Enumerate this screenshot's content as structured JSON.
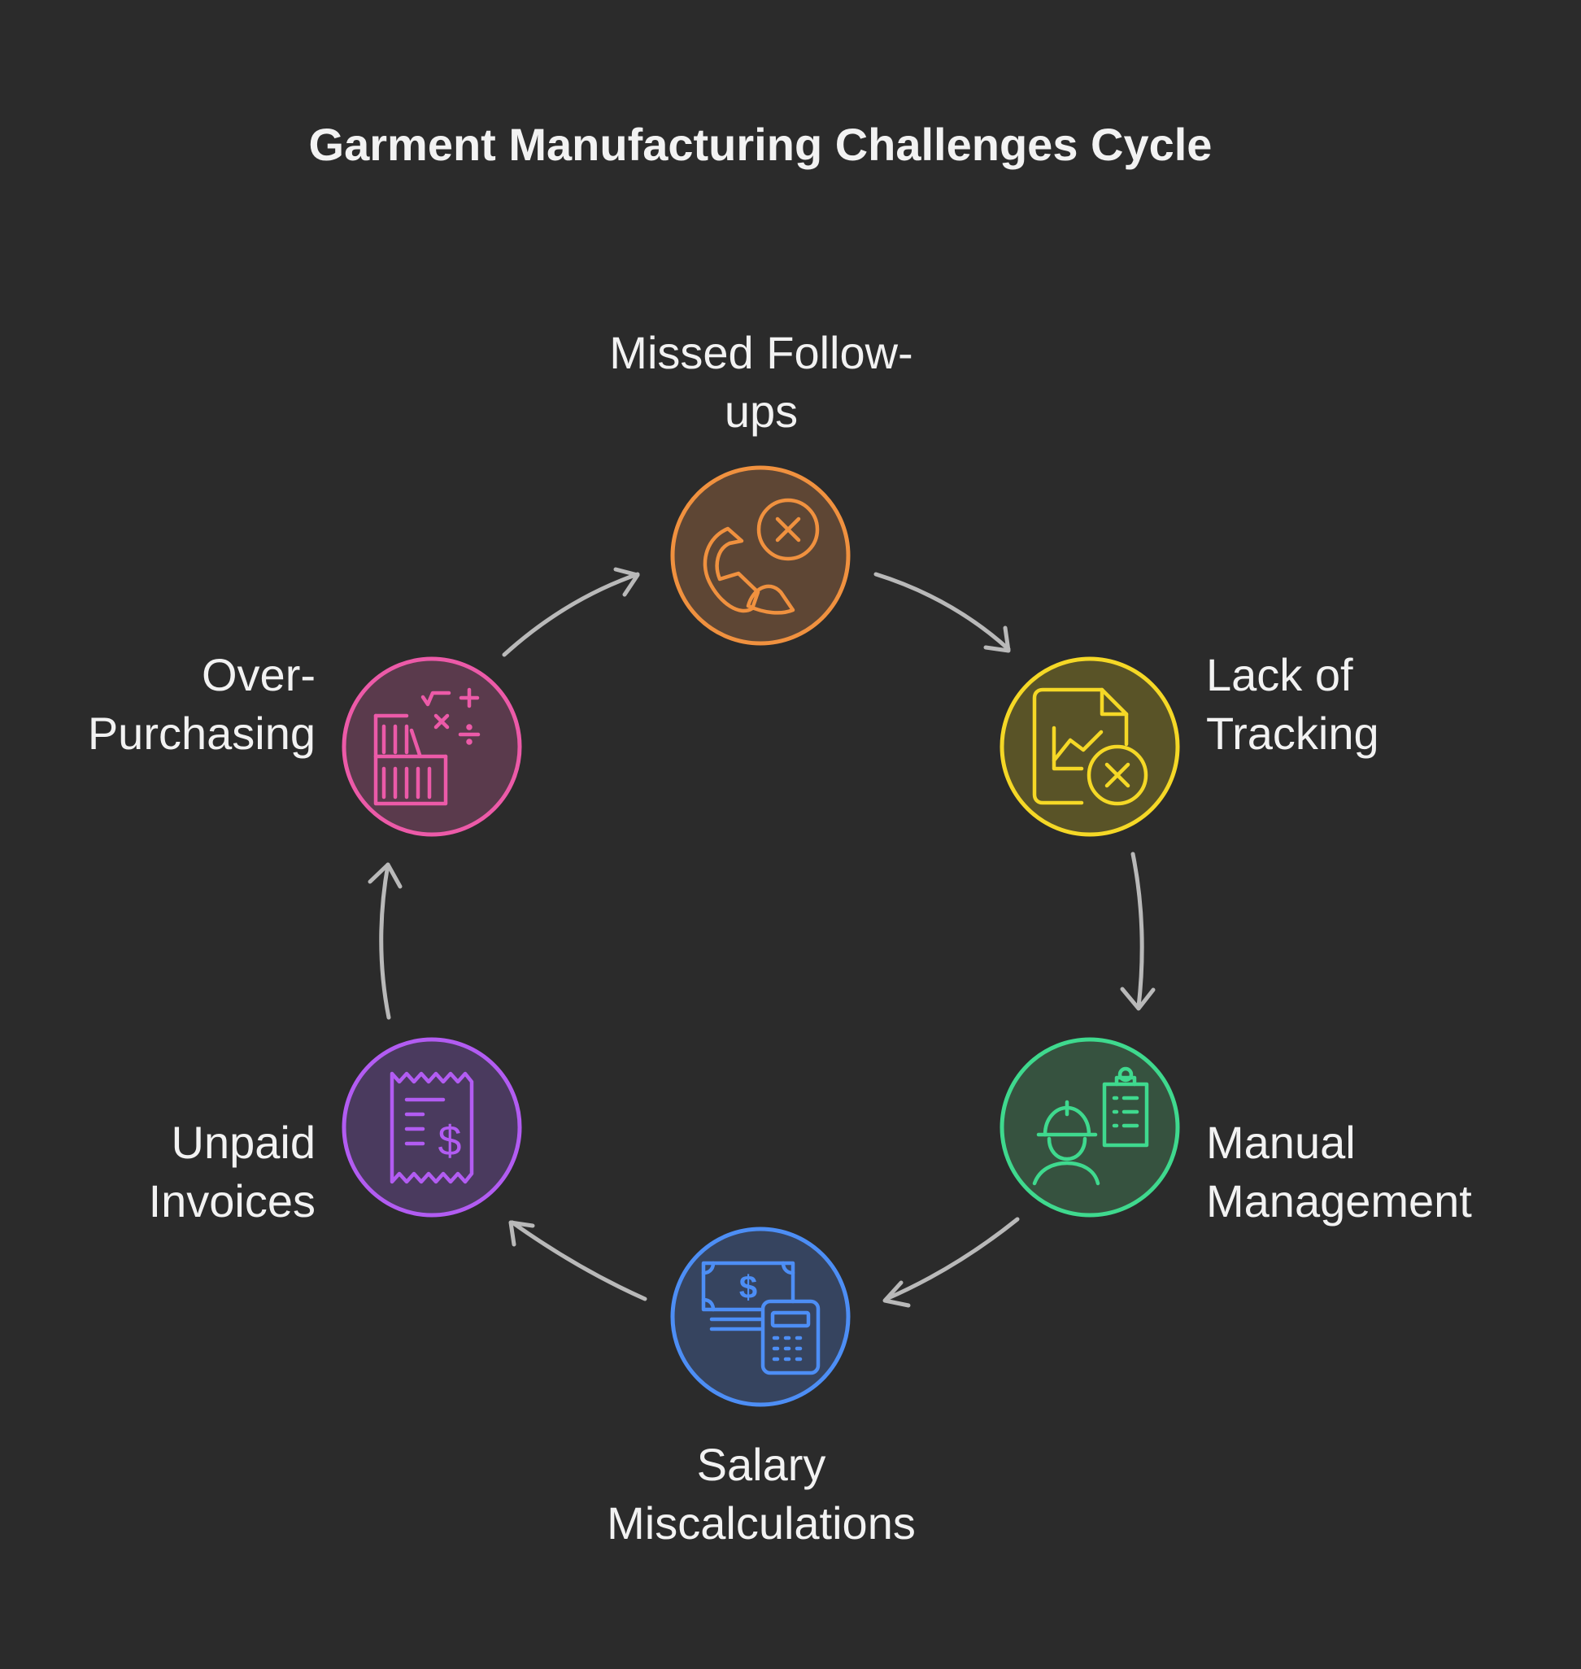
{
  "title": "Garment Manufacturing Challenges Cycle",
  "nodes": [
    {
      "id": "missed-follow-ups",
      "lines": [
        "Missed Follow-",
        "ups"
      ],
      "color": "#f0913f",
      "fill": "#5e4634",
      "icon": "phone-x-icon"
    },
    {
      "id": "lack-of-tracking",
      "lines": [
        "Lack of",
        "Tracking"
      ],
      "color": "#f5d826",
      "fill": "#595327",
      "icon": "chart-document-x-icon"
    },
    {
      "id": "manual-management",
      "lines": [
        "Manual",
        "Management"
      ],
      "color": "#3fd98e",
      "fill": "#36523f",
      "icon": "worker-clipboard-icon"
    },
    {
      "id": "salary-miscalculations",
      "lines": [
        "Salary",
        "Miscalculations"
      ],
      "color": "#4d8ef5",
      "fill": "#36445f",
      "icon": "money-calculator-icon"
    },
    {
      "id": "unpaid-invoices",
      "lines": [
        "Unpaid",
        "Invoices"
      ],
      "color": "#b25cf2",
      "fill": "#4a3a5e",
      "icon": "receipt-dollar-icon"
    },
    {
      "id": "over-purchasing",
      "lines": [
        "Over-",
        "Purchasing"
      ],
      "color": "#ec5aa8",
      "fill": "#5a3a4c",
      "icon": "shelf-math-icon"
    }
  ],
  "arrow_color": "#b9b9b9"
}
